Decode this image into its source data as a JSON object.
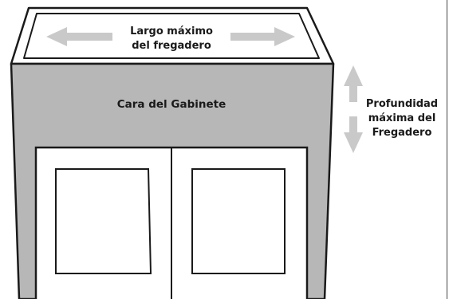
{
  "labels": {
    "sink_width": [
      "Largo máximo",
      "del fregadero"
    ],
    "cabinet_face": "Cara del Gabinete",
    "sink_depth": [
      "Profundidad",
      "máxima del",
      "Fregadero"
    ]
  },
  "colors": {
    "cabinet_face": "#b7b7b7",
    "outline": "#1a1a1a",
    "arrow": "#c9c9c9",
    "background": "#ffffff"
  }
}
